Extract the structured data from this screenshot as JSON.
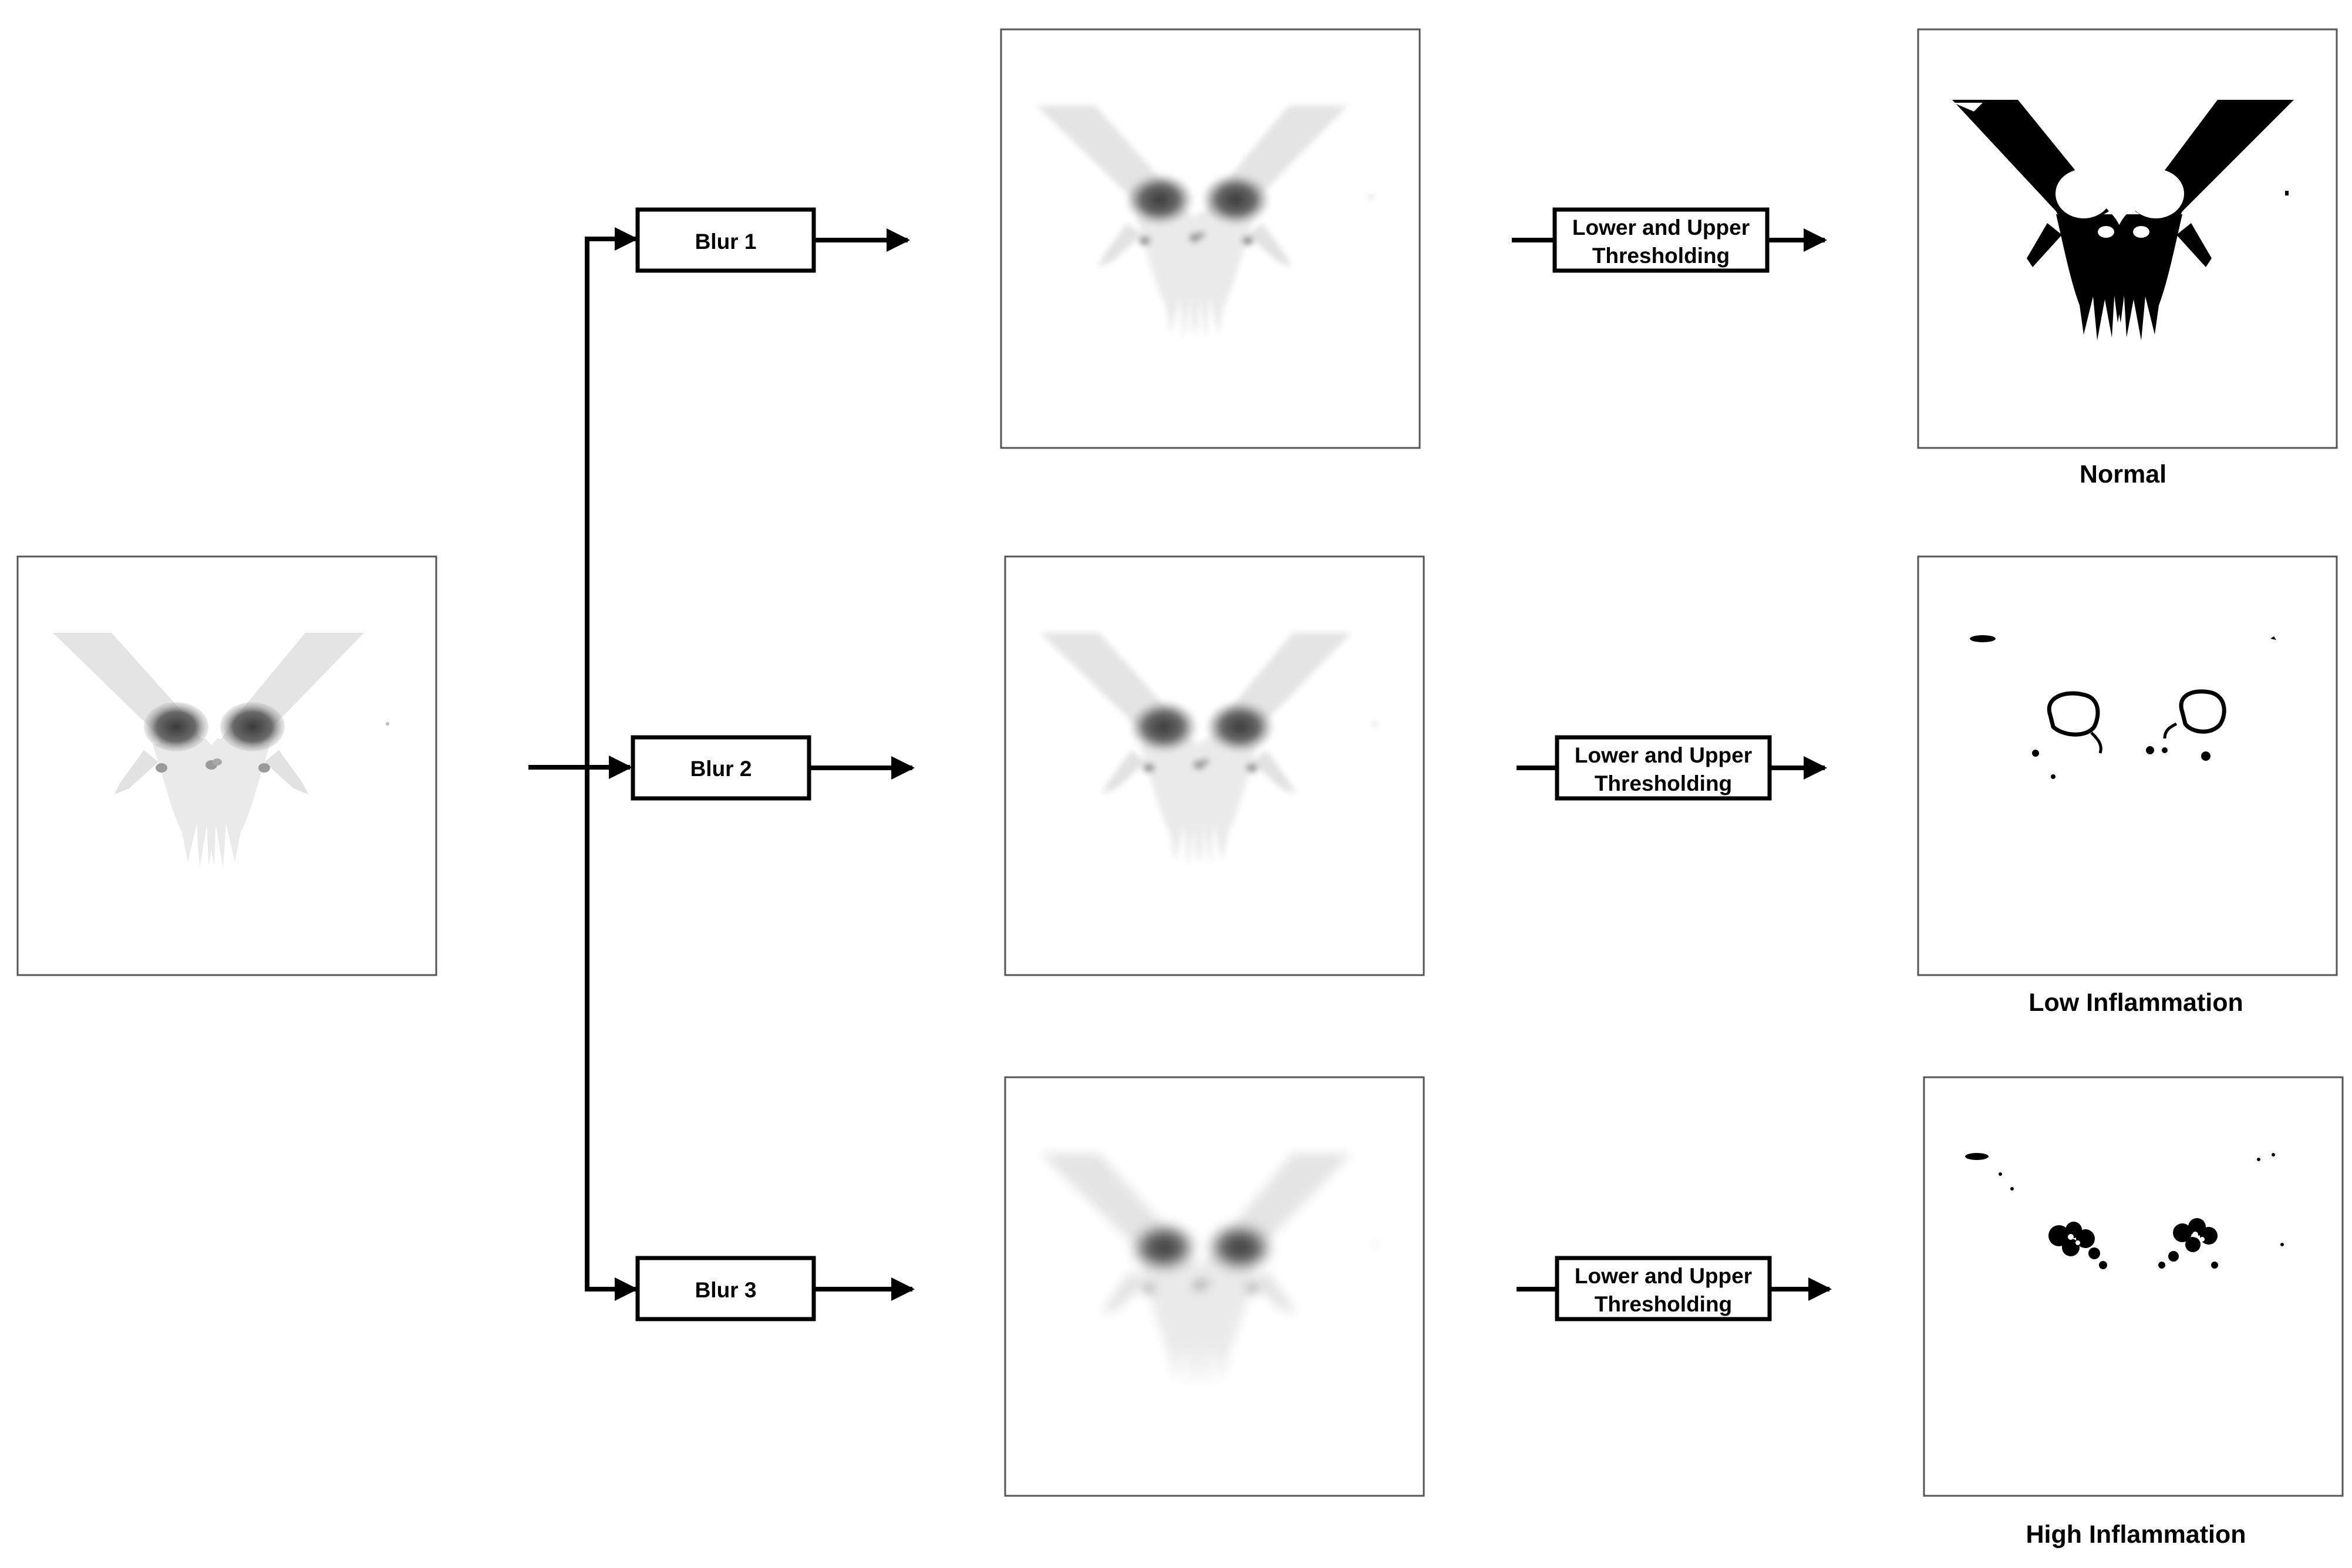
{
  "colors": {
    "ink": "#000000",
    "frame": "#555555",
    "background": "#ffffff"
  },
  "blurs": [
    {
      "label": "Blur 1"
    },
    {
      "label": "Blur 2"
    },
    {
      "label": "Blur 3"
    }
  ],
  "threshold": {
    "line1": "Lower and Upper",
    "line2": "Thresholding"
  },
  "outputs": [
    {
      "caption": "Normal"
    },
    {
      "caption": "Low Inflammation"
    },
    {
      "caption": "High Inflammation"
    }
  ]
}
